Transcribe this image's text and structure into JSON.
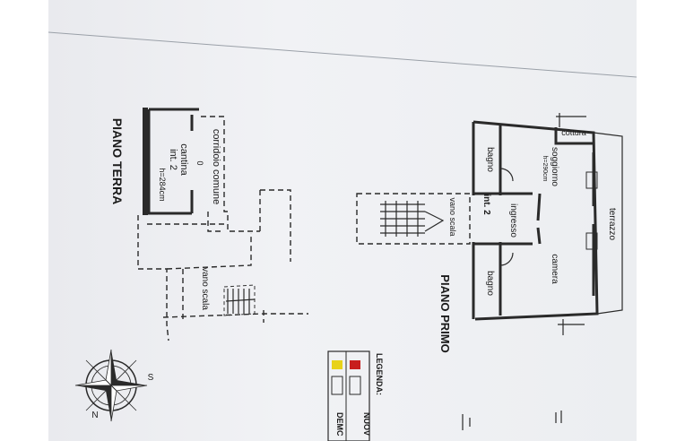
{
  "ground_floor": {
    "title": "PIANO TERRA",
    "corridor": "corridoio comune",
    "cellar": "cantina",
    "unit": "int. 2",
    "height": "h=284cm",
    "stair": "vano scala",
    "marker": "0"
  },
  "first_floor": {
    "title": "PIANO PRIMO",
    "rooms": {
      "cottura": "cottura",
      "bagno_top": "bagno",
      "soggiorno": "soggiorno",
      "soggiorno_h": "h=290cm",
      "terrazzo": "terrazzo",
      "ingresso": "ingresso",
      "unit": "int. 2",
      "stair": "vano scala",
      "camera": "camera",
      "bagno_bottom": "bagno"
    }
  },
  "legend": {
    "title": "LEGENDA:",
    "items": [
      {
        "color": "#c81e1e",
        "label": "NUOV"
      },
      {
        "color": "#e8d21a",
        "label": "DEMC"
      }
    ]
  },
  "compass": {
    "north": "N",
    "south": "S"
  }
}
